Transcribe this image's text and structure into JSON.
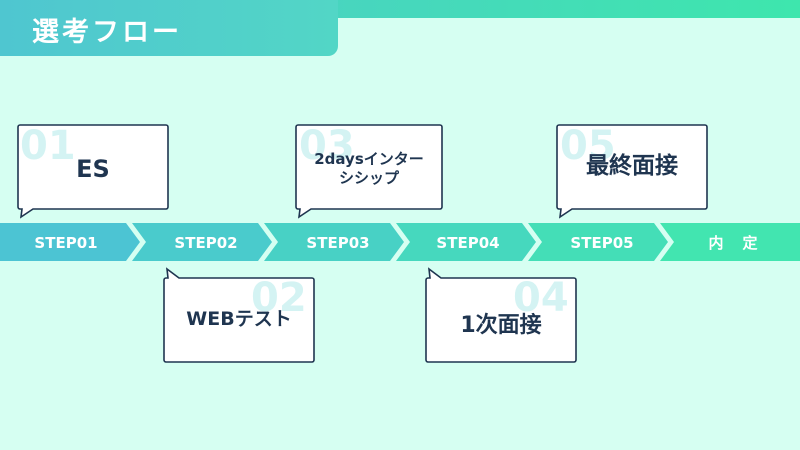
{
  "title": "選考フロー",
  "steps": [
    {
      "label": "STEP01"
    },
    {
      "label": "STEP02"
    },
    {
      "label": "STEP03"
    },
    {
      "label": "STEP04"
    },
    {
      "label": "STEP05"
    },
    {
      "label": "内　定"
    }
  ],
  "callouts": [
    {
      "number": "01",
      "text": "ES"
    },
    {
      "number": "02",
      "text": "WEBテスト"
    },
    {
      "number": "03",
      "text": "2daysインター\nシシップ"
    },
    {
      "number": "04",
      "text": "1次面接"
    },
    {
      "number": "05",
      "text": "最終面接"
    }
  ],
  "colors": {
    "background": "#d6fff2",
    "header": "#4fc6d0",
    "step_start": "#4cc4d3",
    "step_end": "#42e5b0",
    "callout_border": "#1f3550",
    "text": "#1f3550"
  }
}
